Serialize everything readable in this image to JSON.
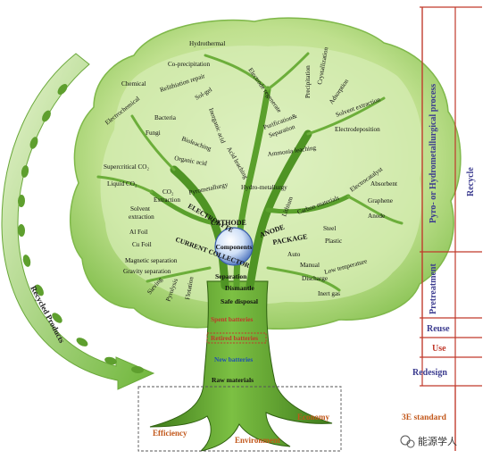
{
  "tree": {
    "crown_labels": [
      {
        "id": "hydrothermal",
        "text": "Hydrothermal"
      },
      {
        "id": "co-precipitation",
        "text": "Co-precipitation"
      },
      {
        "id": "chemical",
        "text": "Chemical"
      },
      {
        "id": "relithiation-repair",
        "text": "Relithiation repair"
      },
      {
        "id": "electrode-regenerate",
        "text": "Electrode regenerate"
      },
      {
        "id": "sol-gel",
        "text": "Sol-gel"
      },
      {
        "id": "electrochemical",
        "text": "Electrochemical"
      },
      {
        "id": "bacteria",
        "text": "Bacteria"
      },
      {
        "id": "inorganic-acid",
        "text": "Inorganic acid"
      },
      {
        "id": "fungi",
        "text": "Fungi"
      },
      {
        "id": "bioleaching",
        "text": "Bioleaching"
      },
      {
        "id": "organic-acid",
        "text": "Organic acid"
      },
      {
        "id": "acid-leaching",
        "text": "Acid leaching"
      },
      {
        "id": "precipitation",
        "text": "Precipitation"
      },
      {
        "id": "crystallization",
        "text": "Crystallization"
      },
      {
        "id": "adsorption",
        "text": "Adsorption"
      },
      {
        "id": "solvent-extraction-r",
        "text": "Solvent extraction"
      },
      {
        "id": "purification",
        "text": "Purification&"
      },
      {
        "id": "separation-top",
        "text": "Separation"
      },
      {
        "id": "electrodeposition",
        "text": "Electrodeposition"
      },
      {
        "id": "ammonia-leaching",
        "text": "Ammonia leaching"
      },
      {
        "id": "supercritical",
        "text": "Supercritical CO₂"
      },
      {
        "id": "liquid-co2",
        "text": "Liquid CO₂"
      },
      {
        "id": "co2-extraction",
        "text": "CO₂"
      },
      {
        "id": "extraction",
        "text": "Extraction"
      },
      {
        "id": "pyrometallurgy",
        "text": "Pyrometallurgy"
      },
      {
        "id": "hydrometallurgy",
        "text": "Hydro-metallurgy"
      },
      {
        "id": "solvent-extraction-l",
        "text": "Solvent"
      },
      {
        "id": "extraction-l2",
        "text": "extraction"
      },
      {
        "id": "electrolyte",
        "text": "ELECTROLYTE"
      },
      {
        "id": "al-foil",
        "text": "Al Foil"
      },
      {
        "id": "cu-foil",
        "text": "Cu Foil"
      },
      {
        "id": "current-collector",
        "text": "CURRENT COLLECTOR"
      },
      {
        "id": "cathode",
        "text": "CATHODE"
      },
      {
        "id": "components",
        "text": "Components"
      },
      {
        "id": "anode",
        "text": "ANODE"
      },
      {
        "id": "lithium",
        "text": "Lithium"
      },
      {
        "id": "carbon-materials",
        "text": "Carbon materials"
      },
      {
        "id": "electrocatalyst",
        "text": "Electrocatalyst"
      },
      {
        "id": "absorbent",
        "text": "Absorbent"
      },
      {
        "id": "graphene",
        "text": "Graphene"
      },
      {
        "id": "anode-r",
        "text": "Anode"
      },
      {
        "id": "package",
        "text": "PACKAGE"
      },
      {
        "id": "steel",
        "text": "Steel"
      },
      {
        "id": "plastic",
        "text": "Plastic"
      },
      {
        "id": "auto",
        "text": "Auto"
      },
      {
        "id": "manual",
        "text": "Manual"
      },
      {
        "id": "discharge",
        "text": "Discharge"
      },
      {
        "id": "low-temperature",
        "text": "Low temperature"
      },
      {
        "id": "inert-gas",
        "text": "Inert gas"
      },
      {
        "id": "magnetic-separation",
        "text": "Magnetic separation"
      },
      {
        "id": "gravity-separation",
        "text": "Gravity separation"
      },
      {
        "id": "sieving",
        "text": "Sieving"
      },
      {
        "id": "pyrolysis",
        "text": "Pyrolysis"
      },
      {
        "id": "flotation",
        "text": "Flotation"
      },
      {
        "id": "separation-trunk",
        "text": "Separation"
      },
      {
        "id": "dismantle",
        "text": "Dismantle"
      },
      {
        "id": "safe-disposal",
        "text": "Safe disposal"
      }
    ],
    "stages": {
      "spent": "Spent batteries",
      "retired": "Retired batteries",
      "new": "New batteries",
      "raw": "Raw materials"
    },
    "roots": {
      "efficiency": "Efficiency",
      "environment": "Environment",
      "economy": "Economy"
    }
  },
  "arrow": {
    "label": "Recycled Products"
  },
  "side_scale": {
    "pyro_hydro": "Pyro- or Hydrometallurgical process",
    "recycle": "Recycle",
    "pretreatment": "Pretreatment",
    "reuse": "Reuse",
    "use": "Use",
    "redesign": "Redesign",
    "standard": "3E standard"
  },
  "watermark": "能源学人",
  "colors": {
    "leaf_light": "#cfe8a8",
    "leaf_mid": "#9fcf6a",
    "trunk": "#5aa02c",
    "trunk_dark": "#3e7a1a",
    "stage_red": "#c0392b",
    "stage_blue": "#1f4fb0",
    "scale_line": "#c0392b",
    "scale_text": "#3b3b8f",
    "root_text": "#c2571a"
  }
}
